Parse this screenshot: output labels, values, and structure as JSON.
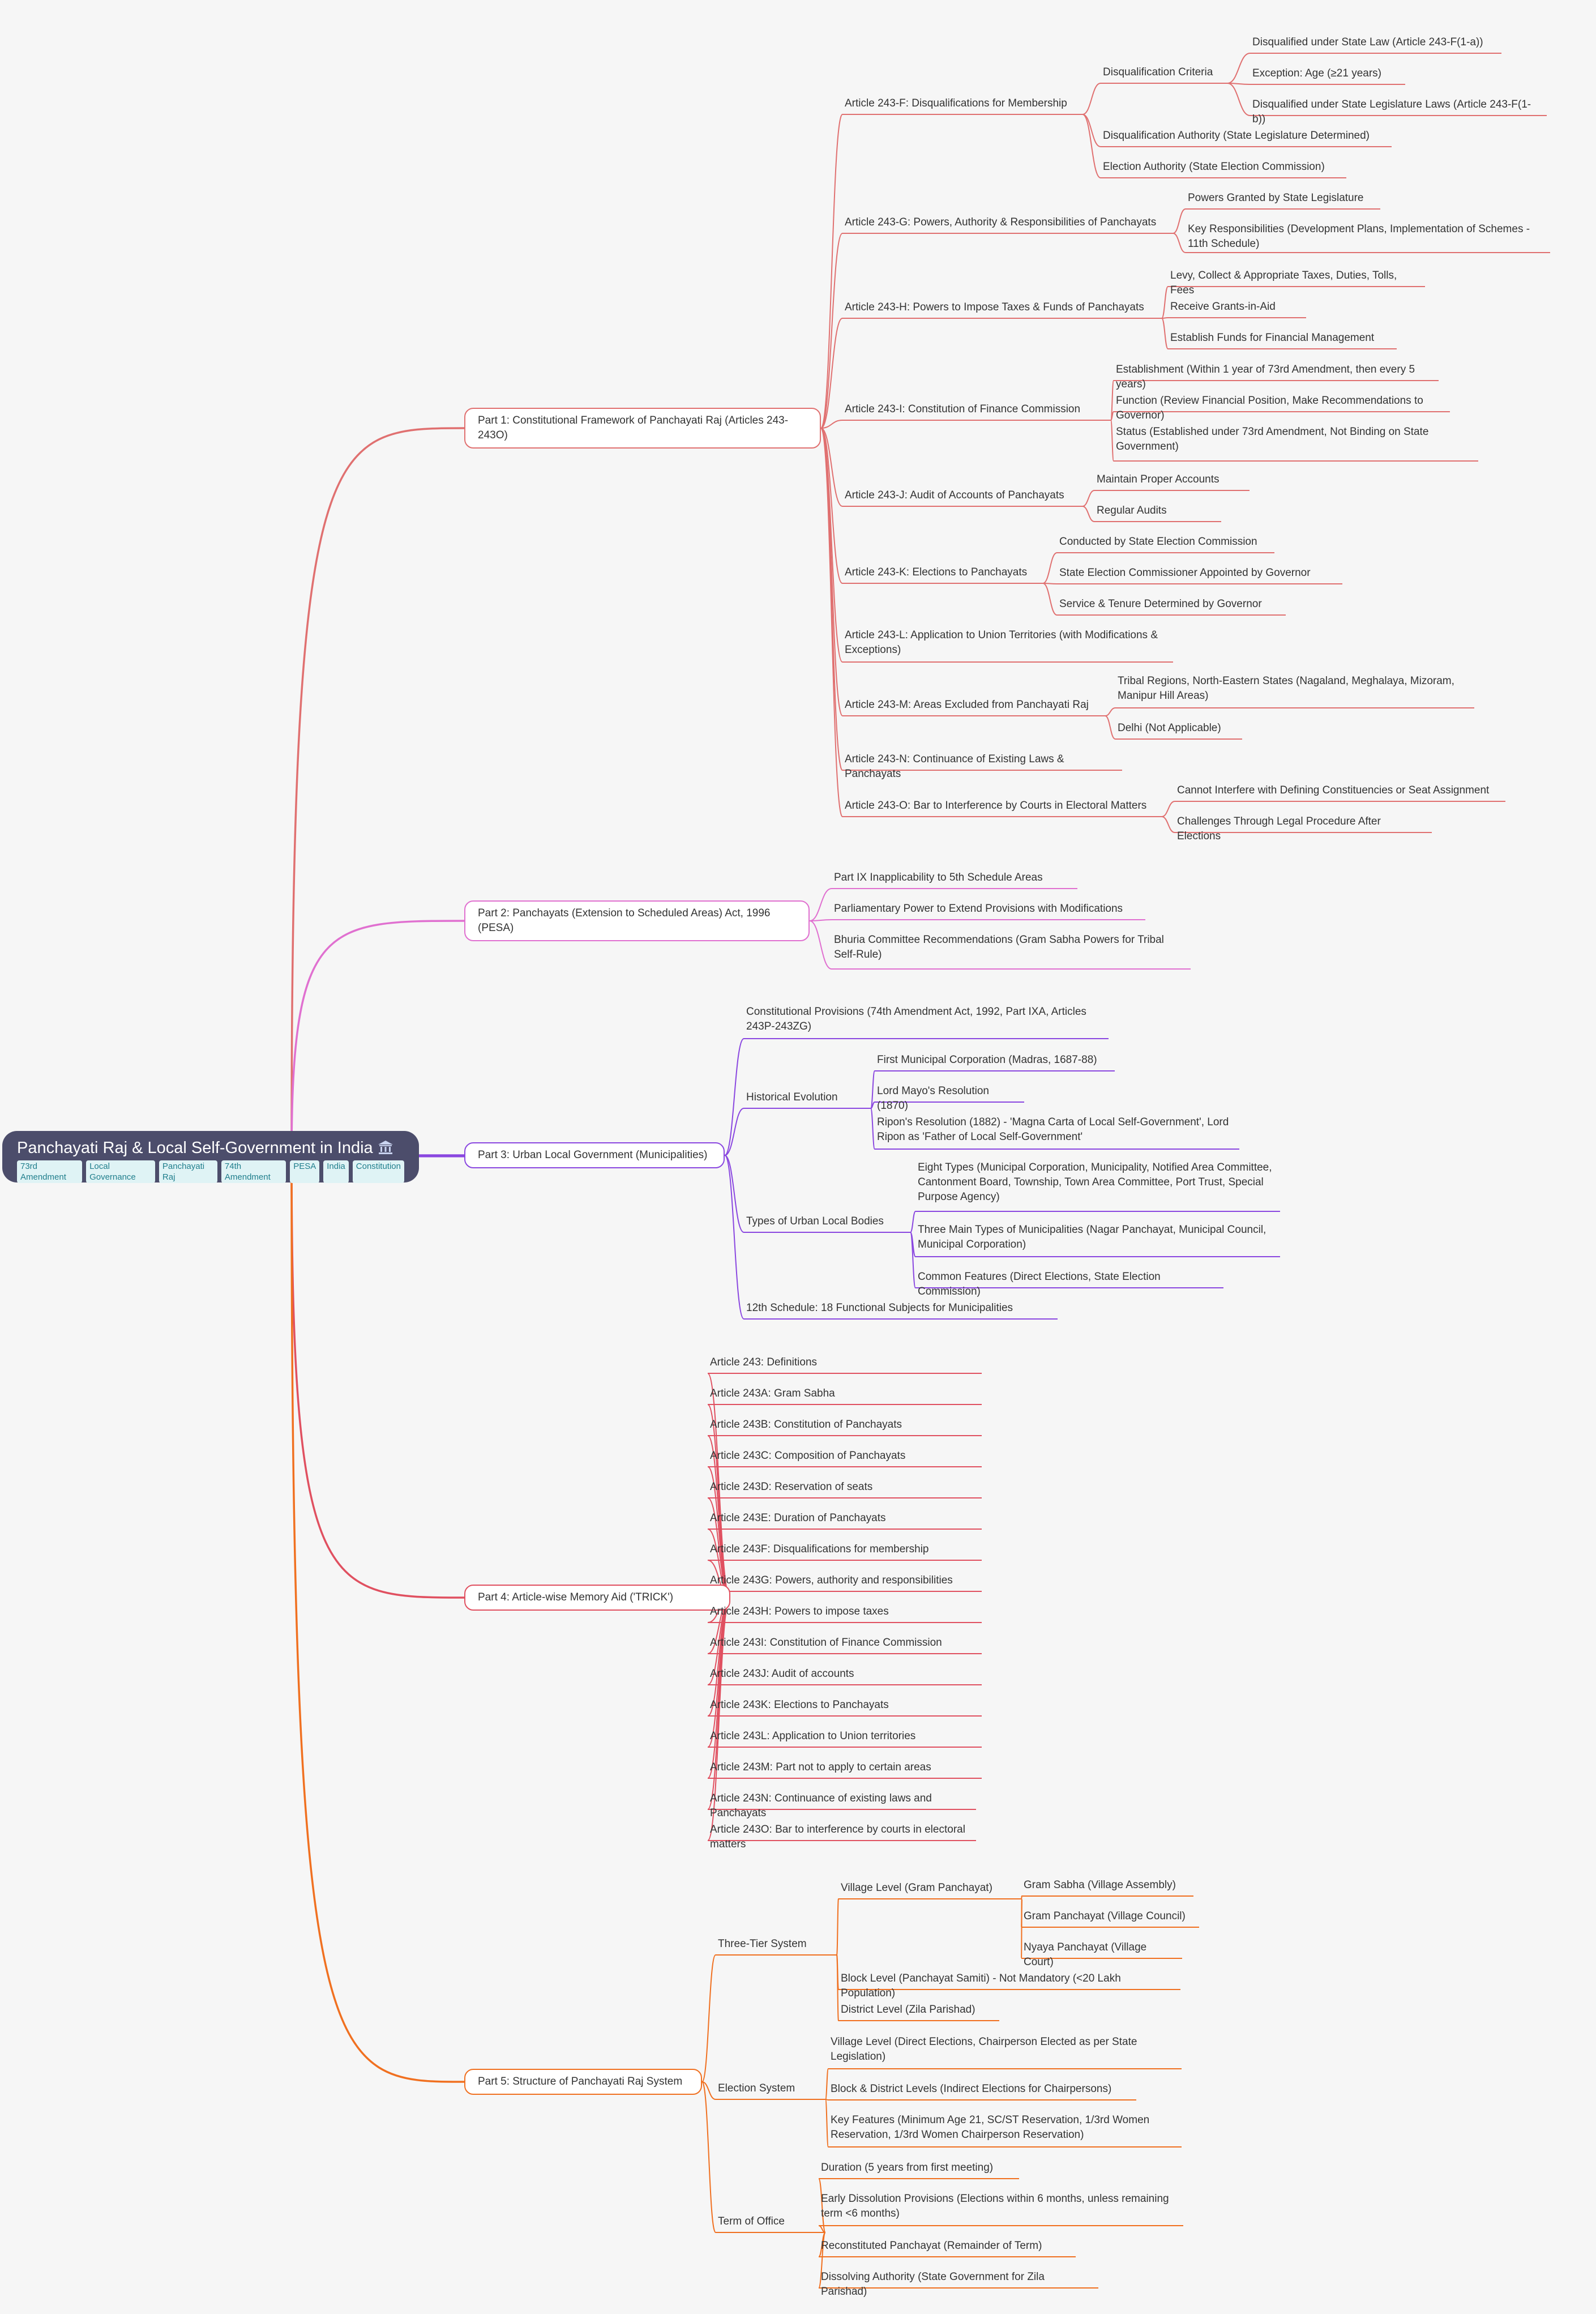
{
  "root": {
    "title": "Panchayati Raj & Local Self-Government in India",
    "icon": "classical-building-icon",
    "tags": [
      "73rd Amendment",
      "Local Governance",
      "Panchayati Raj",
      "74th Amendment",
      "PESA",
      "India",
      "Constitution"
    ]
  },
  "colors": {
    "part1": "#e07070",
    "part2": "#e070d0",
    "part3": "#8a47e0",
    "part4": "#e05060",
    "part5": "#f07020"
  },
  "parts": [
    {
      "label": "Part 1: Constitutional Framework of Panchayati Raj (Articles 243-243O)",
      "children": [
        {
          "label": "Article 243-F: Disqualifications for Membership",
          "children": [
            {
              "label": "Disqualification Criteria",
              "children": [
                {
                  "label": "Disqualified under State Law (Article 243-F(1-a))"
                },
                {
                  "label": "Exception: Age (≥21 years)"
                },
                {
                  "label": "Disqualified under State Legislature Laws (Article 243-F(1-b))"
                }
              ]
            },
            {
              "label": "Disqualification Authority (State Legislature Determined)"
            },
            {
              "label": "Election Authority (State Election Commission)"
            }
          ]
        },
        {
          "label": "Article 243-G: Powers, Authority & Responsibilities of Panchayats",
          "children": [
            {
              "label": "Powers Granted by State Legislature"
            },
            {
              "label": "Key Responsibilities (Development Plans, Implementation of Schemes - 11th Schedule)"
            }
          ]
        },
        {
          "label": "Article 243-H: Powers to Impose Taxes & Funds of Panchayats",
          "children": [
            {
              "label": "Levy, Collect & Appropriate Taxes, Duties, Tolls, Fees"
            },
            {
              "label": "Receive Grants-in-Aid"
            },
            {
              "label": "Establish Funds for Financial Management"
            }
          ]
        },
        {
          "label": "Article 243-I: Constitution of Finance Commission",
          "children": [
            {
              "label": "Establishment (Within 1 year of 73rd Amendment, then every 5 years)"
            },
            {
              "label": "Function (Review Financial Position, Make Recommendations to Governor)"
            },
            {
              "label": "Status (Established under 73rd Amendment, Not Binding on State Government)"
            }
          ]
        },
        {
          "label": "Article 243-J: Audit of Accounts of Panchayats",
          "children": [
            {
              "label": "Maintain Proper Accounts"
            },
            {
              "label": "Regular Audits"
            }
          ]
        },
        {
          "label": "Article 243-K: Elections to Panchayats",
          "children": [
            {
              "label": "Conducted by State Election Commission"
            },
            {
              "label": "State Election Commissioner Appointed by Governor"
            },
            {
              "label": "Service & Tenure Determined by Governor"
            }
          ]
        },
        {
          "label": "Article 243-L: Application to Union Territories (with Modifications & Exceptions)"
        },
        {
          "label": "Article 243-M: Areas Excluded from Panchayati Raj",
          "children": [
            {
              "label": "Tribal Regions, North-Eastern States (Nagaland, Meghalaya, Mizoram, Manipur Hill Areas)"
            },
            {
              "label": "Delhi (Not Applicable)"
            }
          ]
        },
        {
          "label": "Article 243-N: Continuance of Existing Laws & Panchayats"
        },
        {
          "label": "Article 243-O: Bar to Interference by Courts in Electoral Matters",
          "children": [
            {
              "label": "Cannot Interfere with Defining Constituencies or Seat Assignment"
            },
            {
              "label": "Challenges Through Legal Procedure After Elections"
            }
          ]
        }
      ]
    },
    {
      "label": "Part 2: Panchayats (Extension to Scheduled Areas) Act, 1996 (PESA)",
      "children": [
        {
          "label": "Part IX Inapplicability to 5th Schedule Areas"
        },
        {
          "label": "Parliamentary Power to Extend Provisions with Modifications"
        },
        {
          "label": "Bhuria Committee Recommendations (Gram Sabha Powers for Tribal Self-Rule)"
        }
      ]
    },
    {
      "label": "Part 3: Urban Local Government (Municipalities)",
      "children": [
        {
          "label": "Constitutional Provisions (74th Amendment Act, 1992, Part IXA, Articles 243P-243ZG)"
        },
        {
          "label": "Historical Evolution",
          "children": [
            {
              "label": "First Municipal Corporation (Madras, 1687-88)"
            },
            {
              "label": "Lord Mayo's Resolution (1870)"
            },
            {
              "label": "Ripon's Resolution (1882) - 'Magna Carta of Local Self-Government', Lord Ripon as 'Father of Local Self-Government'"
            }
          ]
        },
        {
          "label": "Types of Urban Local Bodies",
          "children": [
            {
              "label": "Eight Types (Municipal Corporation, Municipality, Notified Area Committee, Cantonment Board, Township, Town Area Committee, Port Trust, Special Purpose Agency)"
            },
            {
              "label": "Three Main Types of Municipalities (Nagar Panchayat, Municipal Council, Municipal Corporation)"
            },
            {
              "label": "Common Features (Direct Elections, State Election Commission)"
            }
          ]
        },
        {
          "label": "12th Schedule: 18 Functional Subjects for Municipalities"
        }
      ]
    },
    {
      "label": "Part 4: Article-wise Memory Aid ('TRICK')",
      "children": [
        {
          "label": "Article 243: Definitions"
        },
        {
          "label": "Article 243A: Gram Sabha"
        },
        {
          "label": "Article 243B: Constitution of Panchayats"
        },
        {
          "label": "Article 243C: Composition of Panchayats"
        },
        {
          "label": "Article 243D: Reservation of seats"
        },
        {
          "label": "Article 243E: Duration of Panchayats"
        },
        {
          "label": "Article 243F: Disqualifications for membership"
        },
        {
          "label": "Article 243G: Powers, authority and responsibilities"
        },
        {
          "label": "Article 243H: Powers to impose taxes"
        },
        {
          "label": "Article 243I: Constitution of Finance Commission"
        },
        {
          "label": "Article 243J: Audit of accounts"
        },
        {
          "label": "Article 243K: Elections to Panchayats"
        },
        {
          "label": "Article 243L: Application to Union territories"
        },
        {
          "label": "Article 243M: Part not to apply to certain areas"
        },
        {
          "label": "Article 243N: Continuance of existing laws and Panchayats"
        },
        {
          "label": "Article 243O: Bar to interference by courts in electoral matters"
        }
      ]
    },
    {
      "label": "Part 5: Structure of Panchayati Raj System",
      "children": [
        {
          "label": "Three-Tier System",
          "children": [
            {
              "label": "Village Level (Gram Panchayat)",
              "children": [
                {
                  "label": "Gram Sabha (Village Assembly)"
                },
                {
                  "label": "Gram Panchayat (Village Council)"
                },
                {
                  "label": "Nyaya Panchayat (Village Court)"
                }
              ]
            },
            {
              "label": "Block Level (Panchayat Samiti) - Not Mandatory (<20 Lakh Population)"
            },
            {
              "label": "District Level (Zila Parishad)"
            }
          ]
        },
        {
          "label": "Election System",
          "children": [
            {
              "label": "Village Level (Direct Elections, Chairperson Elected as per State Legislation)"
            },
            {
              "label": "Block & District Levels (Indirect Elections for Chairpersons)"
            },
            {
              "label": "Key Features (Minimum Age 21, SC/ST Reservation, 1/3rd Women Reservation, 1/3rd Women Chairperson Reservation)"
            }
          ]
        },
        {
          "label": "Term of Office",
          "children": [
            {
              "label": "Duration (5 years from first meeting)"
            },
            {
              "label": "Early Dissolution Provisions (Elections within 6 months, unless remaining term <6 months)"
            },
            {
              "label": "Reconstituted Panchayat (Remainder of Term)"
            },
            {
              "label": "Dissolving Authority (State Government for Zila Parishad)"
            }
          ]
        }
      ]
    }
  ]
}
